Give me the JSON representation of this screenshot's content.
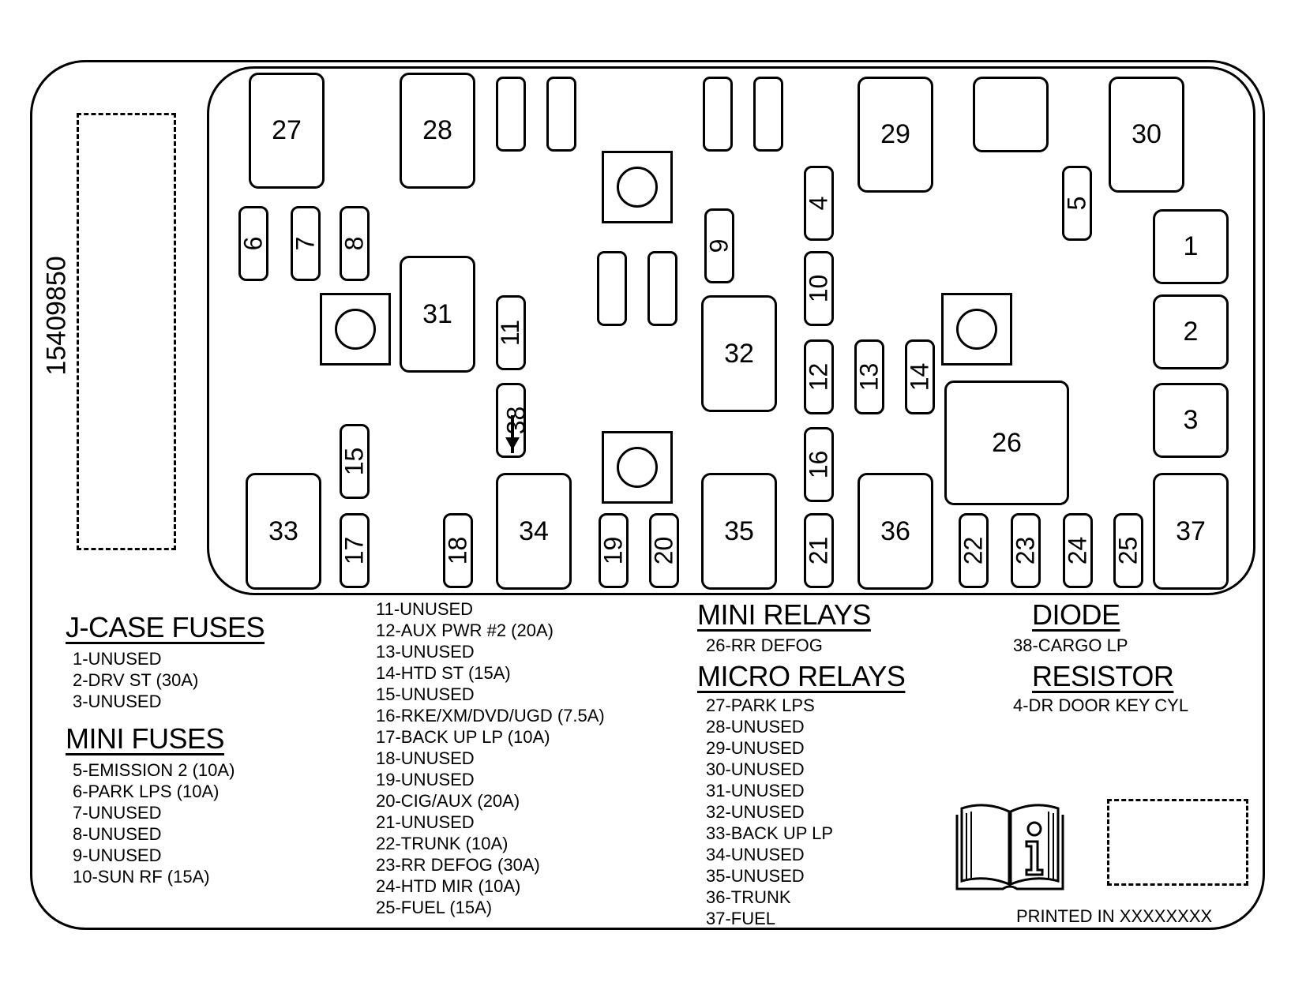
{
  "part_number": "15409850",
  "printed_in": "PRINTED IN XXXXXXXX",
  "block_labels": {
    "b1": "1",
    "b2": "2",
    "b3": "3",
    "b26": "26",
    "b27": "27",
    "b28": "28",
    "b29": "29",
    "b30": "30",
    "b31": "31",
    "b32": "32",
    "b33": "33",
    "b34": "34",
    "b35": "35",
    "b36": "36",
    "b37": "37"
  },
  "fuse_labels": {
    "f4": "4",
    "f5": "5",
    "f6": "6",
    "f7": "7",
    "f8": "8",
    "f9": "9",
    "f10": "10",
    "f11": "11",
    "f12": "12",
    "f13": "13",
    "f14": "14",
    "f15": "15",
    "f16": "16",
    "f17": "17",
    "f18": "18",
    "f19": "19",
    "f20": "20",
    "f21": "21",
    "f22": "22",
    "f23": "23",
    "f24": "24",
    "f25": "25",
    "f38": "38"
  },
  "jcase": {
    "title": "J-CASE FUSES",
    "items": [
      "1-UNUSED",
      "2-DRV ST (30A)",
      "3-UNUSED"
    ]
  },
  "mini_fuses": {
    "title": "MINI FUSES",
    "items": [
      "5-EMISSION 2 (10A)",
      "6-PARK LPS (10A)",
      "7-UNUSED",
      "8-UNUSED",
      "9-UNUSED",
      "10-SUN RF (15A)"
    ]
  },
  "mini_fuses_cont": {
    "items": [
      "11-UNUSED",
      "12-AUX PWR #2 (20A)",
      "13-UNUSED",
      "14-HTD ST (15A)",
      "15-UNUSED",
      "16-RKE/XM/DVD/UGD (7.5A)",
      "17-BACK UP LP (10A)",
      "18-UNUSED",
      "19-UNUSED",
      "20-CIG/AUX (20A)",
      "21-UNUSED",
      "22-TRUNK (10A)",
      "23-RR DEFOG (30A)",
      "24-HTD MIR (10A)",
      "25-FUEL (15A)"
    ]
  },
  "mini_relays": {
    "title": "MINI RELAYS",
    "items": [
      "26-RR DEFOG"
    ]
  },
  "micro_relays": {
    "title": "MICRO RELAYS",
    "items": [
      "27-PARK LPS",
      "28-UNUSED",
      "29-UNUSED",
      "30-UNUSED",
      "31-UNUSED",
      "32-UNUSED",
      "33-BACK UP LP",
      "34-UNUSED",
      "35-UNUSED",
      "36-TRUNK",
      "37-FUEL"
    ]
  },
  "diode": {
    "title": "DIODE",
    "items": [
      "38-CARGO LP"
    ]
  },
  "resistor": {
    "title": "RESISTOR",
    "items": [
      "4-DR DOOR KEY CYL"
    ]
  },
  "icons": [
    "owner-manual-info-icon",
    "down-arrow-icon"
  ]
}
